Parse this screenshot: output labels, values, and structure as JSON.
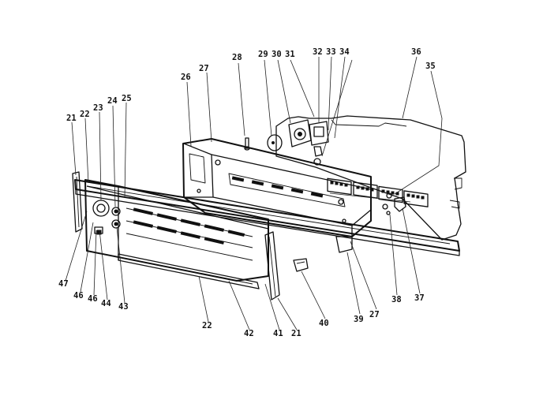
{
  "callouts": [
    {
      "id": "21",
      "text": "21"
    },
    {
      "id": "22",
      "text": "22"
    },
    {
      "id": "23",
      "text": "23"
    },
    {
      "id": "24",
      "text": "24"
    },
    {
      "id": "25",
      "text": "25"
    },
    {
      "id": "26",
      "text": "26"
    },
    {
      "id": "27",
      "text": "27"
    },
    {
      "id": "28",
      "text": "28"
    },
    {
      "id": "29",
      "text": "29"
    },
    {
      "id": "30",
      "text": "30"
    },
    {
      "id": "31",
      "text": "31"
    },
    {
      "id": "32",
      "text": "32"
    },
    {
      "id": "33",
      "text": "33"
    },
    {
      "id": "34",
      "text": "34"
    },
    {
      "id": "35",
      "text": "35"
    },
    {
      "id": "36",
      "text": "36"
    },
    {
      "id": "27b",
      "text": "27"
    },
    {
      "id": "37",
      "text": "37"
    },
    {
      "id": "38",
      "text": "38"
    },
    {
      "id": "39",
      "text": "39"
    },
    {
      "id": "40",
      "text": "40"
    },
    {
      "id": "21b",
      "text": "21"
    },
    {
      "id": "41",
      "text": "41"
    },
    {
      "id": "42",
      "text": "42"
    },
    {
      "id": "22b",
      "text": "22"
    },
    {
      "id": "43",
      "text": "43"
    },
    {
      "id": "44",
      "text": "44"
    },
    {
      "id": "45",
      "text": "46"
    },
    {
      "id": "46",
      "text": "46"
    },
    {
      "id": "47",
      "text": "47"
    },
    {
      "id": "34b",
      "text": "34"
    }
  ]
}
